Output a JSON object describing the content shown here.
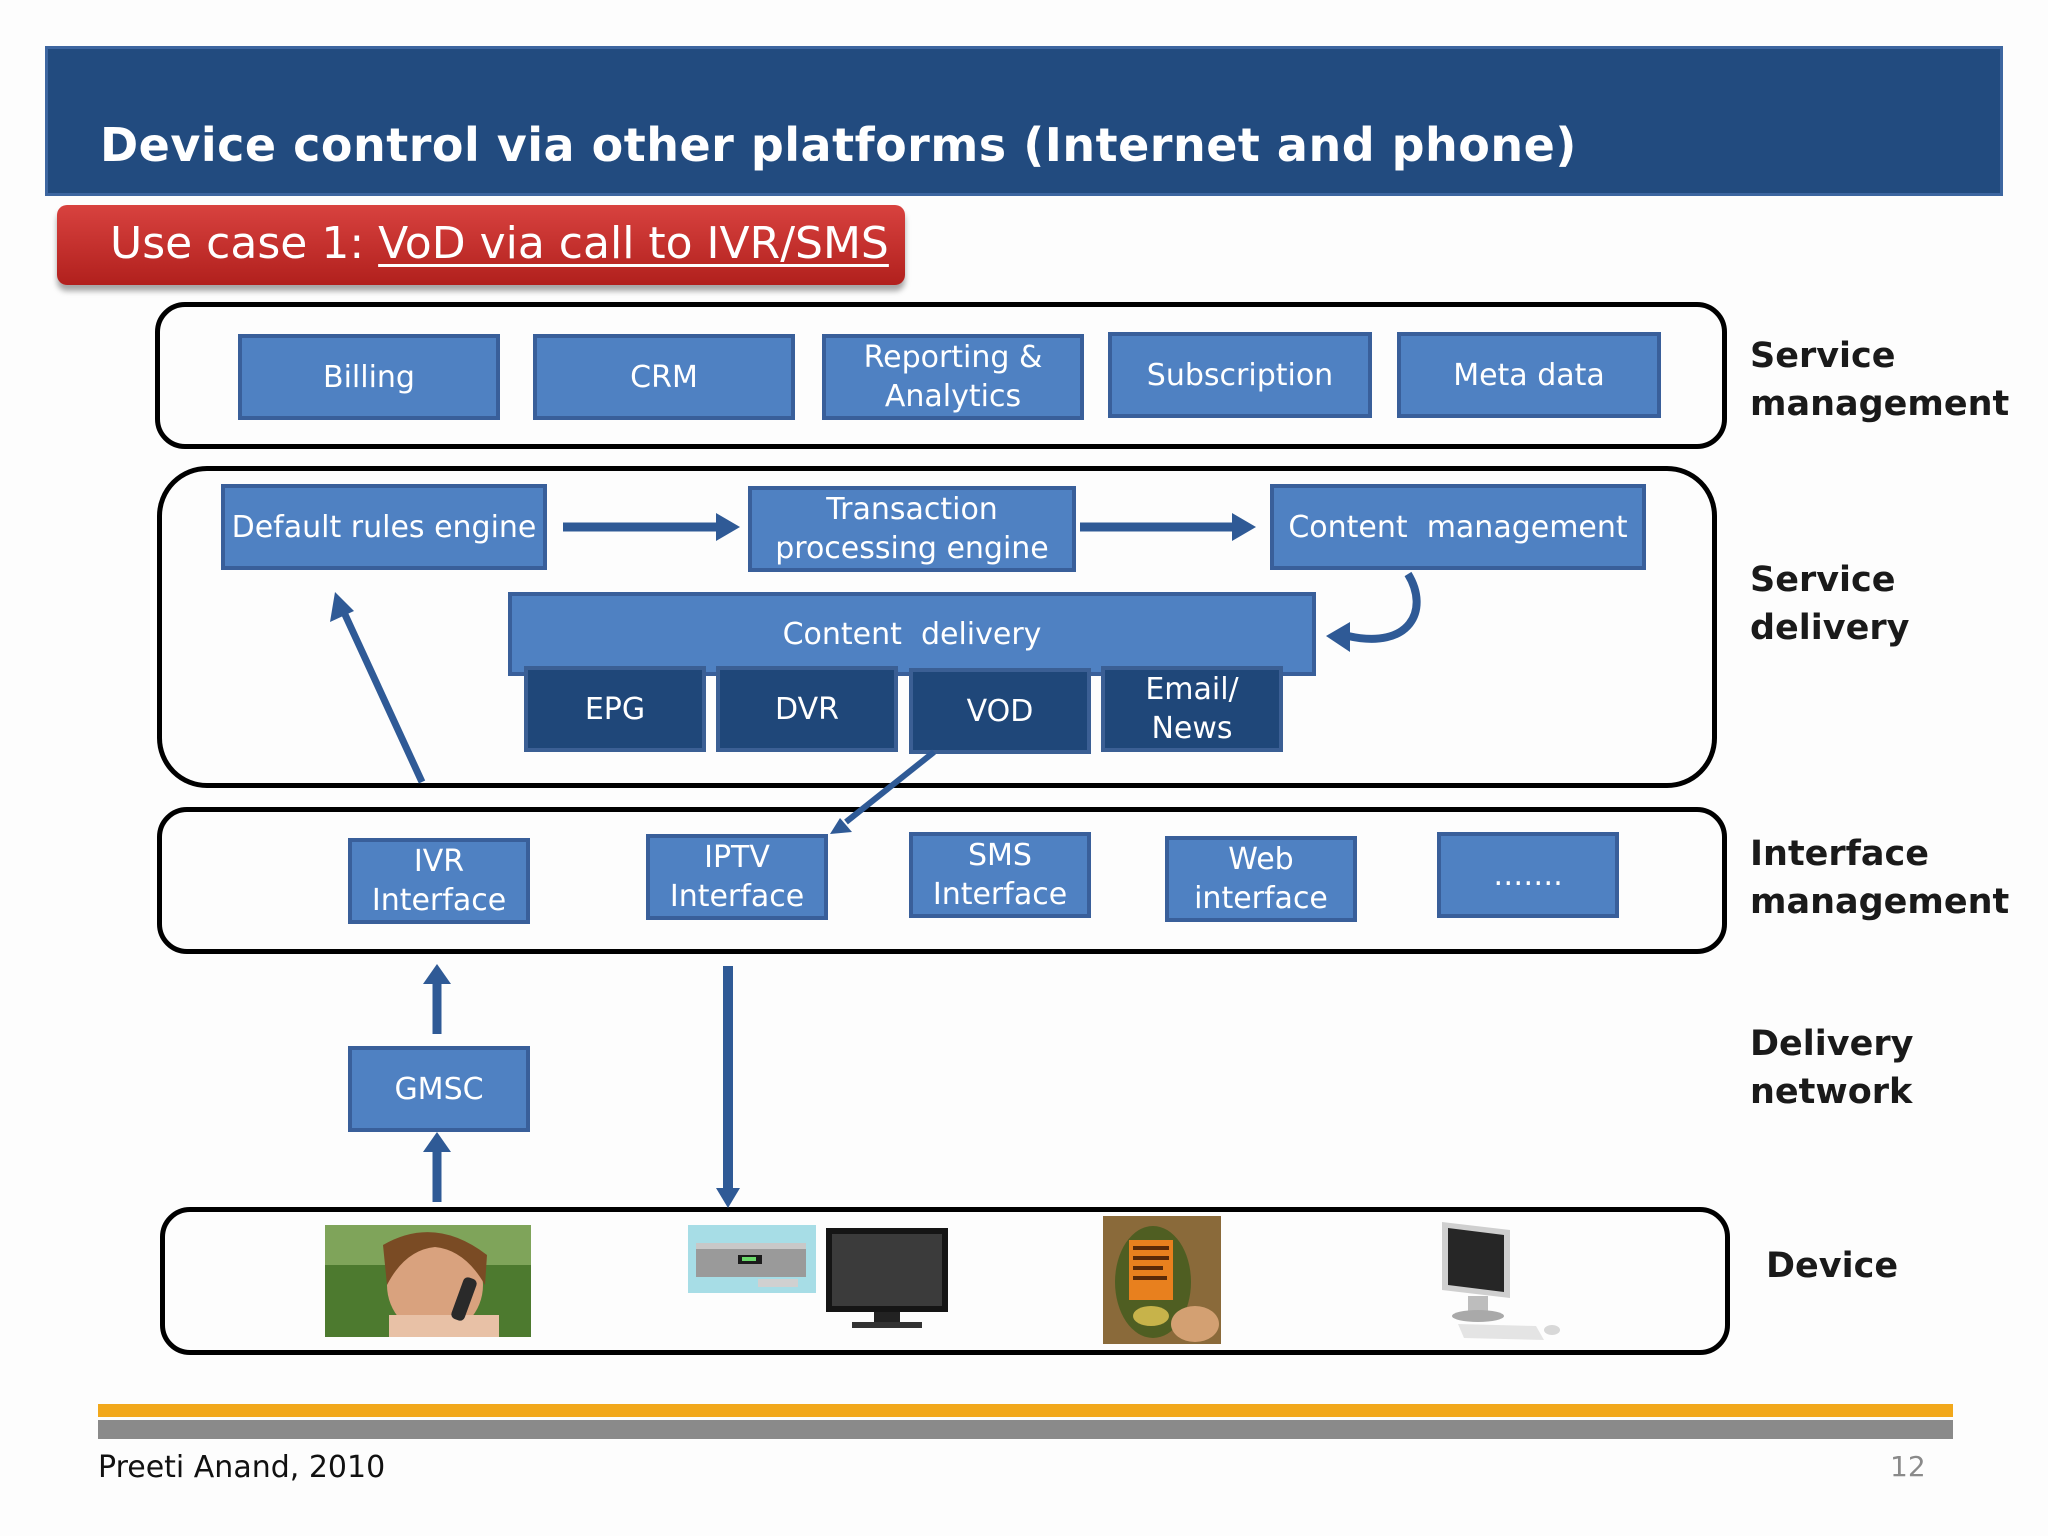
{
  "header": {
    "title": "Device control via other platforms (Internet and phone)"
  },
  "use_case": {
    "prefix": "Use case 1: ",
    "link_text": "VoD via call to IVR/SMS"
  },
  "service_management": {
    "boxes": [
      "Billing",
      "CRM",
      "Reporting &\nAnalytics",
      "Subscription",
      "Meta data"
    ],
    "label": "Service\nmanagement"
  },
  "service_delivery": {
    "default_rules_engine": "Default rules engine",
    "transaction_engine": "Transaction\nprocessing engine",
    "content_management": "Content  management",
    "content_delivery": "Content  delivery",
    "sub_boxes": [
      "EPG",
      "DVR",
      "VOD",
      "Email/\nNews"
    ],
    "label": "Service\ndelivery"
  },
  "interface_management": {
    "boxes": [
      "IVR\nInterface",
      "IPTV\nInterface",
      "SMS\nInterface",
      "Web\ninterface",
      "……."
    ],
    "label": "Interface\nmanagement"
  },
  "delivery_network": {
    "gmsc": "GMSC",
    "label": "Delivery\nnetwork"
  },
  "device": {
    "label": "Device"
  },
  "colors": {
    "header": "#224b7f",
    "box": "#4f81c2",
    "dark_box": "#1f4779",
    "arrow": "#2f5a96",
    "use_case": "#c62f2c",
    "footer_bar": "#f2a81b"
  },
  "footer": {
    "author": "Preeti Anand, 2010",
    "page_number": "12"
  }
}
